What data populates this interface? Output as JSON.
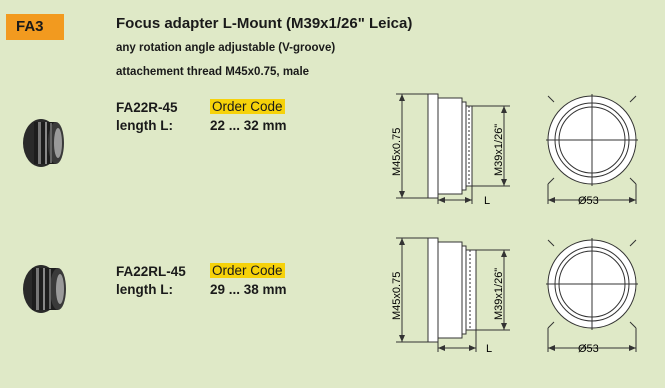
{
  "header": {
    "badge": "FA3",
    "title": "Focus adapter L-Mount (M39x1/26\" Leica)",
    "line1": "any rotation angle adjustable (V-groove)",
    "line2": "attachement thread M45x0.75, male"
  },
  "products": [
    {
      "model": "FA22R-45",
      "order_code": "Order Code",
      "length_label": "length L:",
      "length_value": "22 ... 32 mm"
    },
    {
      "model": "FA22RL-45",
      "order_code": "Order Code",
      "length_label": "length L:",
      "length_value": "29 ... 38 mm"
    }
  ],
  "drawings": {
    "dim_outer": "M45x0.75",
    "dim_inner": "M39x1/26\"",
    "dim_length": "L",
    "dim_diameter": "Ø53"
  }
}
